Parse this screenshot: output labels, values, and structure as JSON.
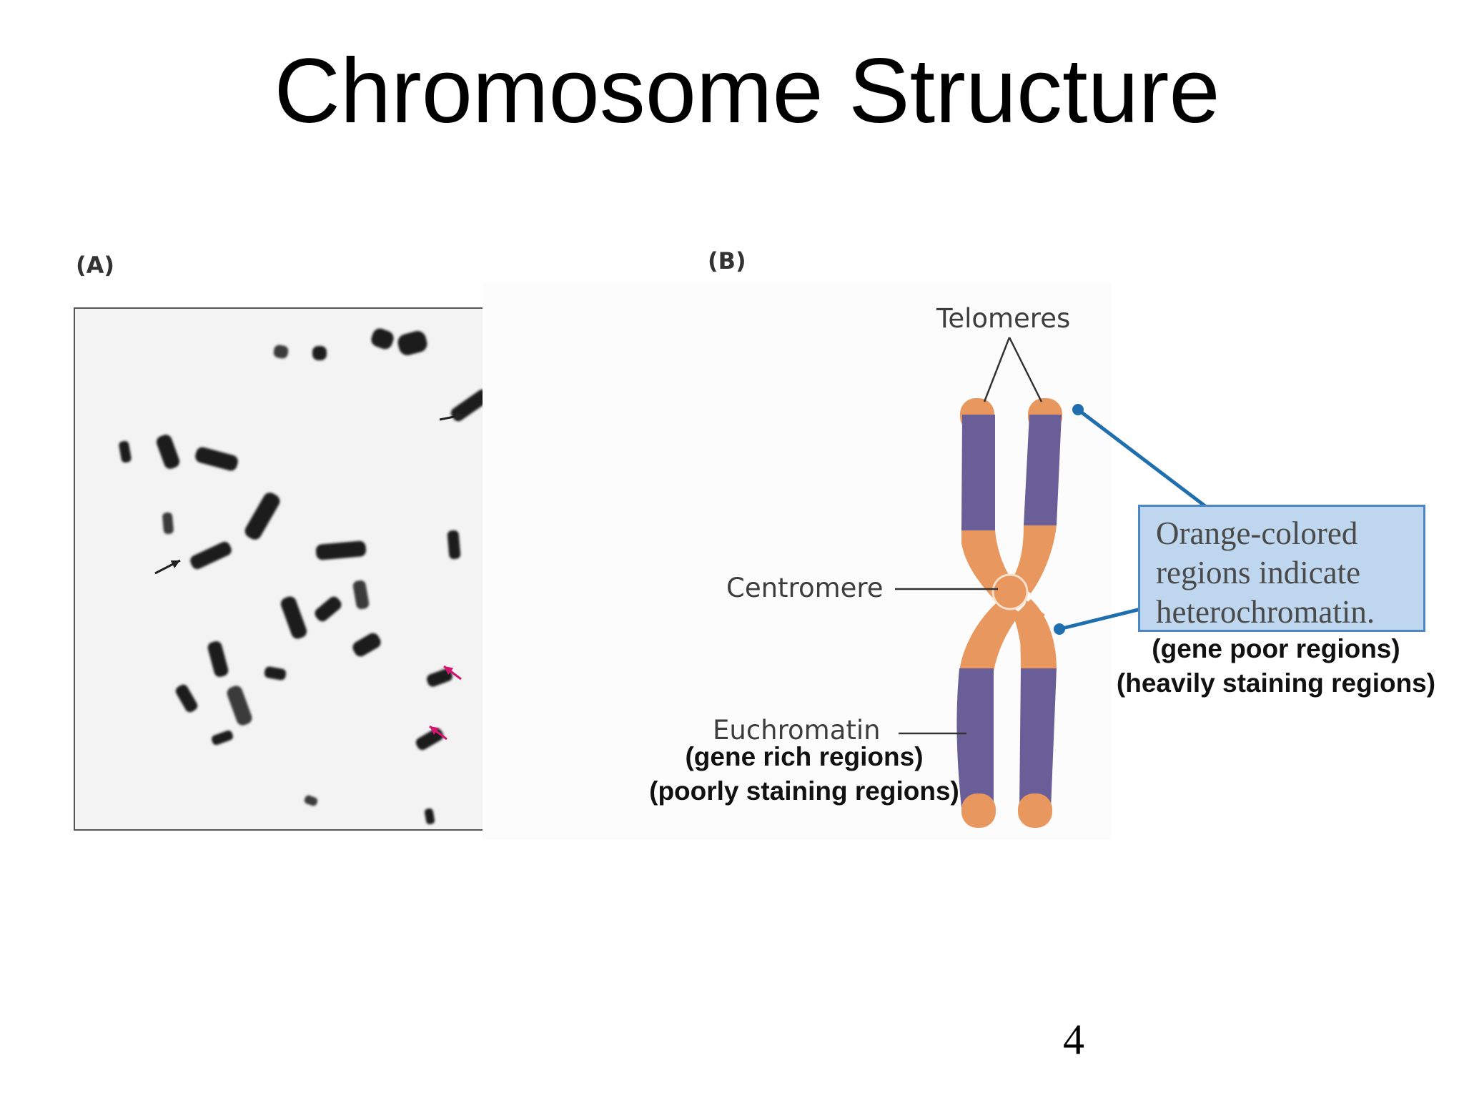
{
  "slide": {
    "title": "Chromosome Structure",
    "page_number": "4"
  },
  "panels": {
    "a_label": "(A)",
    "b_label": "(B)"
  },
  "diagram": {
    "telomeres_label": "Telomeres",
    "centromere_label": "Centromere",
    "euchromatin_label": "Euchromatin",
    "euchromatin_notes": [
      "(gene rich regions)",
      "(poorly staining regions)"
    ],
    "callout_lines": [
      "Orange-colored",
      "regions indicate",
      "heterochromatin."
    ],
    "heterochromatin_notes": [
      "(gene poor regions)",
      "(heavily staining regions)"
    ]
  },
  "colors": {
    "heterochromatin": "#e8985e",
    "euchromatin": "#6a5e99",
    "callout_fill": "#bfd7ee",
    "callout_border": "#4c87c4",
    "leader_line": "#1f6fae",
    "arrow_black": "#222222",
    "arrow_magenta": "#d4156e"
  }
}
